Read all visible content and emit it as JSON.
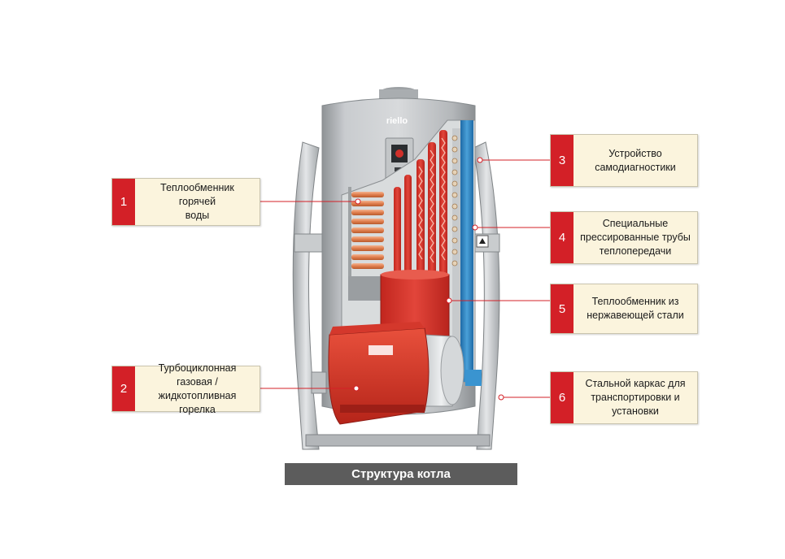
{
  "brand_logo": "riello",
  "caption": "Структура котла",
  "callouts": [
    {
      "number": "1",
      "text": "Теплообменник горячей\nводы"
    },
    {
      "number": "2",
      "text": "Турбоциклонная газовая /\nжидкотопливная горелка"
    },
    {
      "number": "3",
      "text": "Устройство\nсамодиагностики"
    },
    {
      "number": "4",
      "text": "Специальные\nпрессированные трубы\nтеплопередачи"
    },
    {
      "number": "5",
      "text": "Теплообменник из\nнержавеющей стали"
    },
    {
      "number": "6",
      "text": "Стальной каркас для\nтранспортировки и\nустановки"
    }
  ],
  "colors": {
    "accent_red": "#d32027",
    "callout_bg": "#fbf4dd",
    "caption_bg": "#5c5c5c",
    "leader_line": "#d32027",
    "boiler_body": "#b9bcbf",
    "copper": "#e08a5e",
    "insulation_blue": "#2c7fb8"
  }
}
